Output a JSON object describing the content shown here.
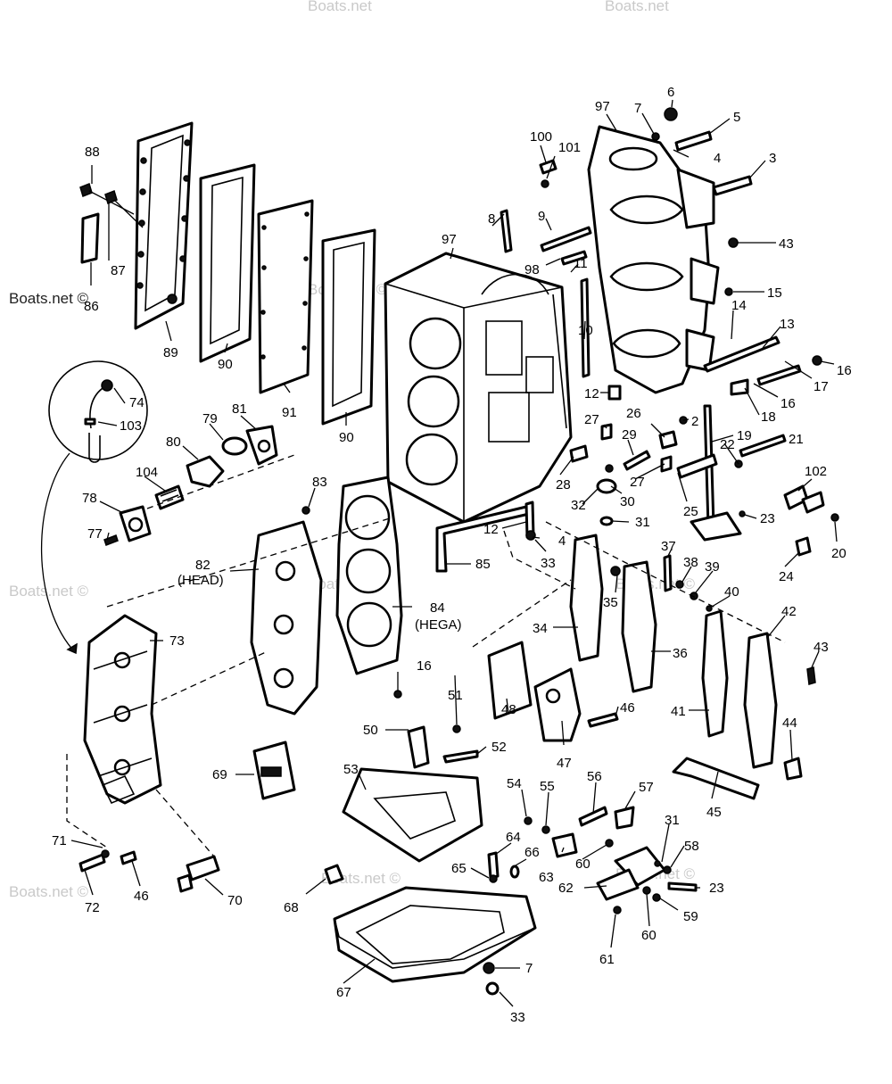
{
  "watermark": {
    "text": "Boats.net ©",
    "text_alt": "Boats.net",
    "color": "#c9c9c9",
    "color_dark": "#222222"
  },
  "labels": {
    "p88": "88",
    "p87": "87",
    "p86": "86",
    "p89": "89",
    "p90a": "90",
    "p91": "91",
    "p90b": "90",
    "p97a": "97",
    "p97b": "97",
    "p100": "100",
    "p101": "101",
    "p6": "6",
    "p7a": "7",
    "p5": "5",
    "p4a": "4",
    "p3": "3",
    "p8": "8",
    "p9": "9",
    "p98": "98",
    "p11": "11",
    "p43a": "43",
    "p15": "15",
    "p14": "14",
    "p13": "13",
    "p10": "10",
    "p16a": "16",
    "p17": "17",
    "p12a": "12",
    "p16b": "16",
    "p18": "18",
    "p2": "2",
    "p27a": "27",
    "p26": "26",
    "p19": "19",
    "p29": "29",
    "p21": "21",
    "p22": "22",
    "p27b": "27",
    "p28": "28",
    "p30": "30",
    "p32": "32",
    "p25": "25",
    "p102": "102",
    "p31a": "31",
    "p23a": "23",
    "p20": "20",
    "p24": "24",
    "p12b": "12",
    "p4b": "4",
    "p33a": "33",
    "p85": "85",
    "p74": "74",
    "p103": "103",
    "p79": "79",
    "p81": "81",
    "p80": "80",
    "p104": "104",
    "p78": "78",
    "p77": "77",
    "p83": "83",
    "p82": "82",
    "p82_note": "(HEAD)",
    "p84": "84",
    "p84_note": "(HEGA)",
    "p35": "35",
    "p37": "37",
    "p38": "38",
    "p39": "39",
    "p40": "40",
    "p42": "42",
    "p34": "34",
    "p36": "36",
    "p43b": "43",
    "p73": "73",
    "p16c": "16",
    "p51": "51",
    "p50": "50",
    "p48": "48",
    "p46a": "46",
    "p41": "41",
    "p47": "47",
    "p52": "52",
    "p44": "44",
    "p69": "69",
    "p53": "53",
    "p45": "45",
    "p54": "54",
    "p55": "55",
    "p56": "56",
    "p57": "57",
    "p71": "71",
    "p64": "64",
    "p66": "66",
    "p31b": "31",
    "p58": "58",
    "p65": "65",
    "p63": "63",
    "p60a": "60",
    "p72": "72",
    "p46b": "46",
    "p70": "70",
    "p68": "68",
    "p62": "62",
    "p23b": "23",
    "p59": "59",
    "p60b": "60",
    "p61": "61",
    "p7b": "7",
    "p67": "67",
    "p33b": "33"
  }
}
